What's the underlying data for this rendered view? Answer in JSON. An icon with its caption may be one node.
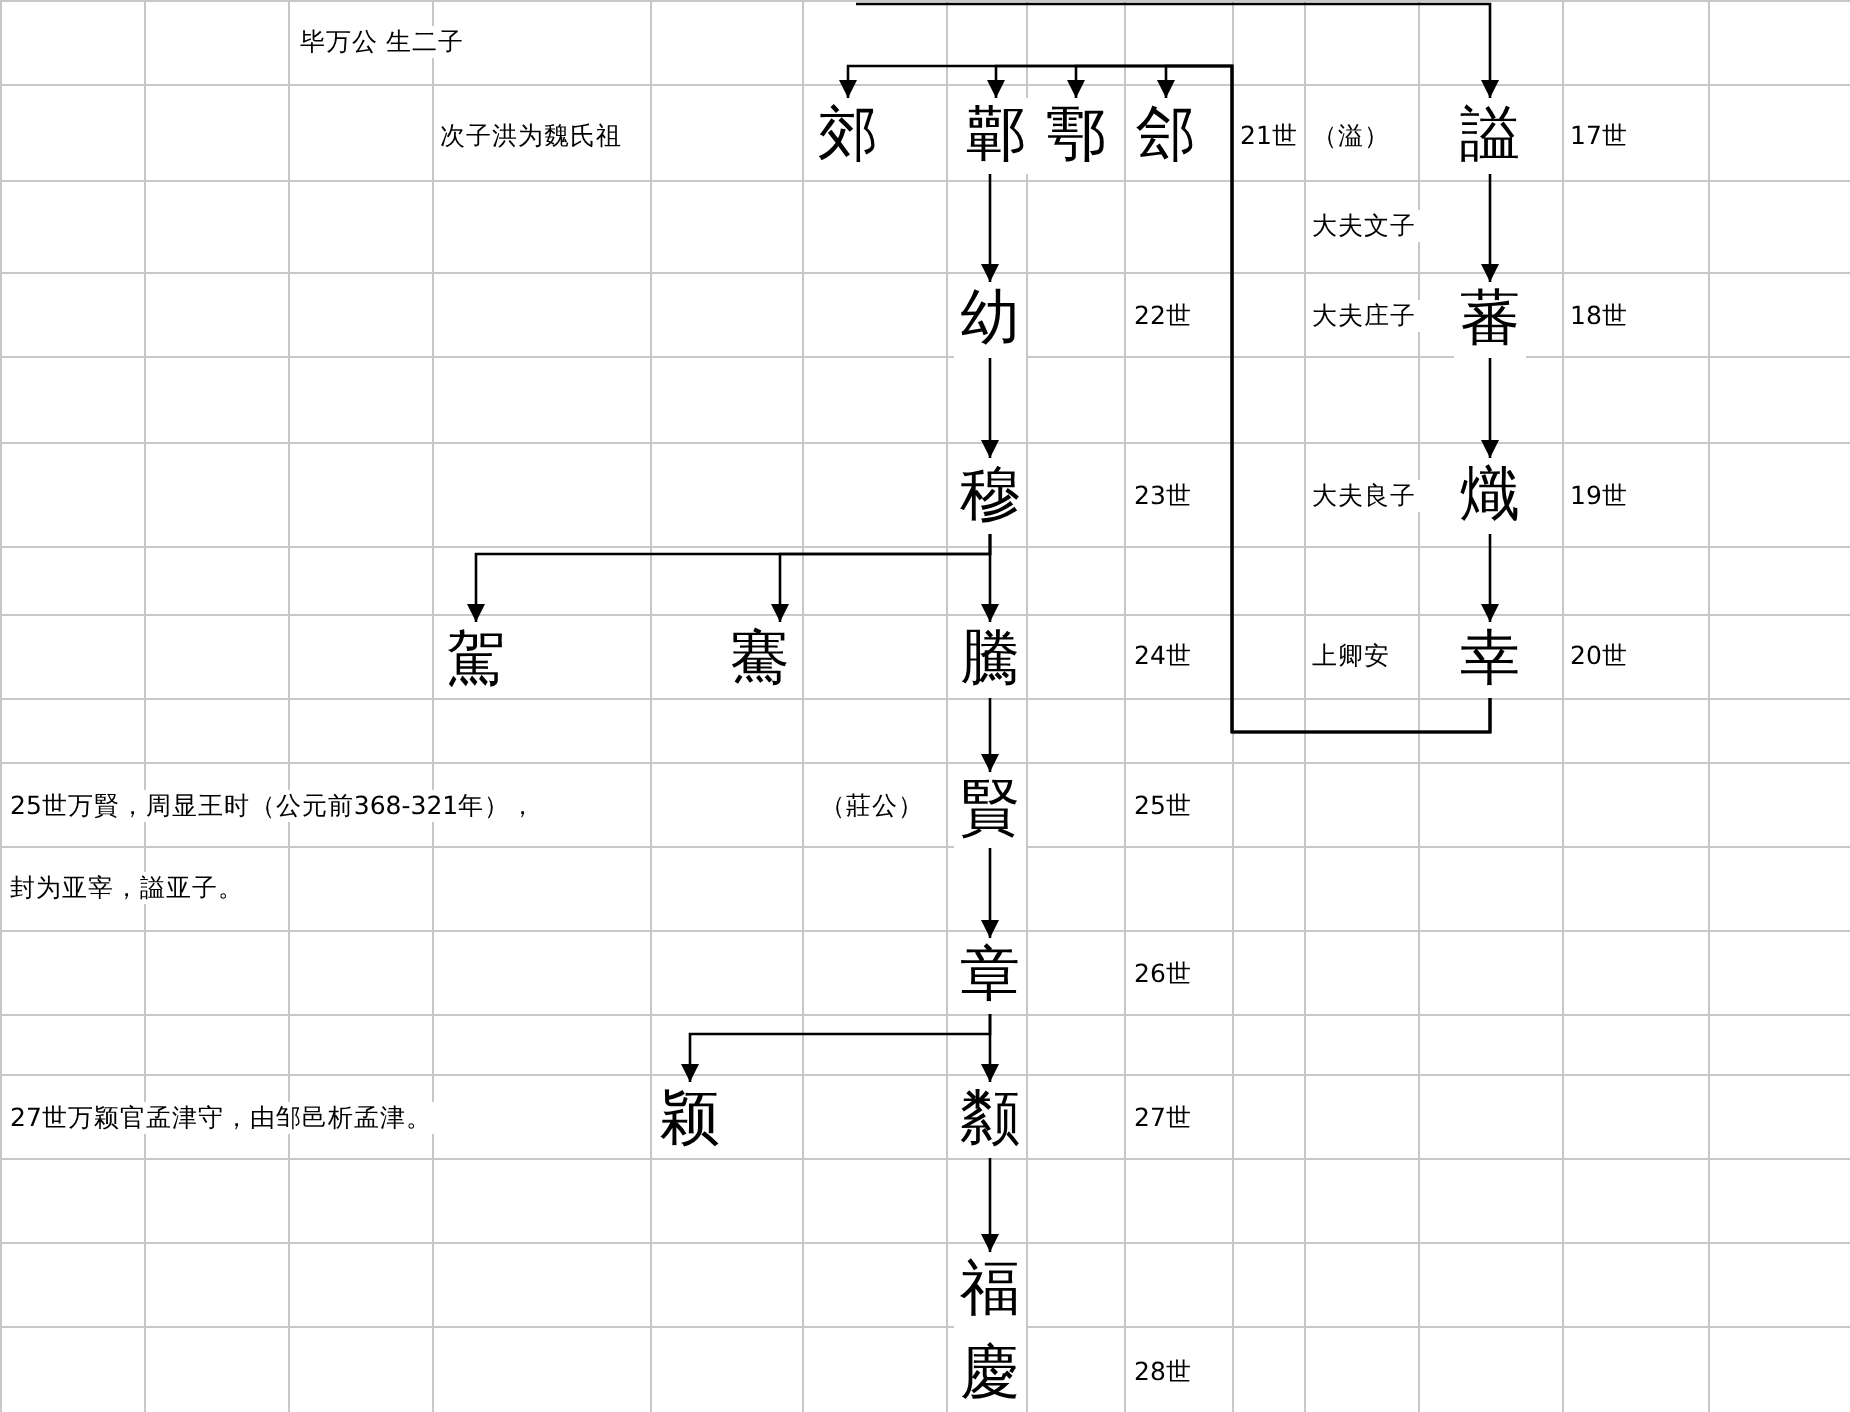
{
  "diagram": {
    "nodes": [
      {
        "text": [
          "郊"
        ]
      },
      {
        "text": [
          "鄿"
        ]
      },
      {
        "text": [
          "鄠"
        ]
      },
      {
        "text": [
          "郐"
        ]
      },
      {
        "text": [
          "謚"
        ]
      },
      {
        "text": [
          "蕃"
        ]
      },
      {
        "text": [
          "熾"
        ]
      },
      {
        "text": [
          "幸"
        ]
      },
      {
        "text": [
          "幼"
        ]
      },
      {
        "text": [
          "穆"
        ]
      },
      {
        "text": [
          "駕"
        ]
      },
      {
        "text": [
          "騫"
        ]
      },
      {
        "text": [
          "騰"
        ]
      },
      {
        "text": [
          "賢"
        ]
      },
      {
        "text": [
          "章"
        ]
      },
      {
        "text": [
          "颖"
        ]
      },
      {
        "text": [
          "颣"
        ]
      },
      {
        "text": [
          "福慶"
        ]
      }
    ],
    "edges": [
      {
        "from": null,
        "to": 4,
        "arrow": "to"
      },
      {
        "from": 4,
        "to": 5,
        "arrow": "to"
      },
      {
        "from": 5,
        "to": 6,
        "arrow": "to"
      },
      {
        "from": 6,
        "to": 7,
        "arrow": "to"
      },
      {
        "from": 7,
        "to": 0,
        "arrow": "to"
      },
      {
        "from": 7,
        "to": 1,
        "arrow": "to"
      },
      {
        "from": 7,
        "to": 2,
        "arrow": "to"
      },
      {
        "from": 7,
        "to": 3,
        "arrow": "to"
      },
      {
        "from": 1,
        "to": 8,
        "arrow": "to"
      },
      {
        "from": 8,
        "to": 9,
        "arrow": "to"
      },
      {
        "from": 9,
        "to": 12,
        "arrow": "to"
      },
      {
        "from": 9,
        "to": 11,
        "arrow": "to"
      },
      {
        "from": 9,
        "to": 10,
        "arrow": "to"
      },
      {
        "from": 12,
        "to": 13,
        "arrow": "to"
      },
      {
        "from": 13,
        "to": 14,
        "arrow": "to"
      },
      {
        "from": 14,
        "to": 16,
        "arrow": "to"
      },
      {
        "from": 14,
        "to": 15,
        "arrow": "to"
      },
      {
        "from": 16,
        "to": 17,
        "arrow": "to"
      }
    ],
    "labels": [
      "毕万公 生二子",
      "次子洪为魏氏祖",
      "21世",
      "（溢）",
      "17世",
      "大夫文子",
      "22世",
      "大夫庄子",
      "18世",
      "23世",
      "大夫良子",
      "19世",
      "24世",
      "上卿安",
      "20世",
      "25世万賢，周显王时（公元前368-321年），",
      "（莊公）",
      "25世",
      "封为亚宰，謚亚子。",
      "26世",
      "27世万颖官孟津守，由邹邑析孟津。",
      "27世",
      "28世"
    ]
  }
}
